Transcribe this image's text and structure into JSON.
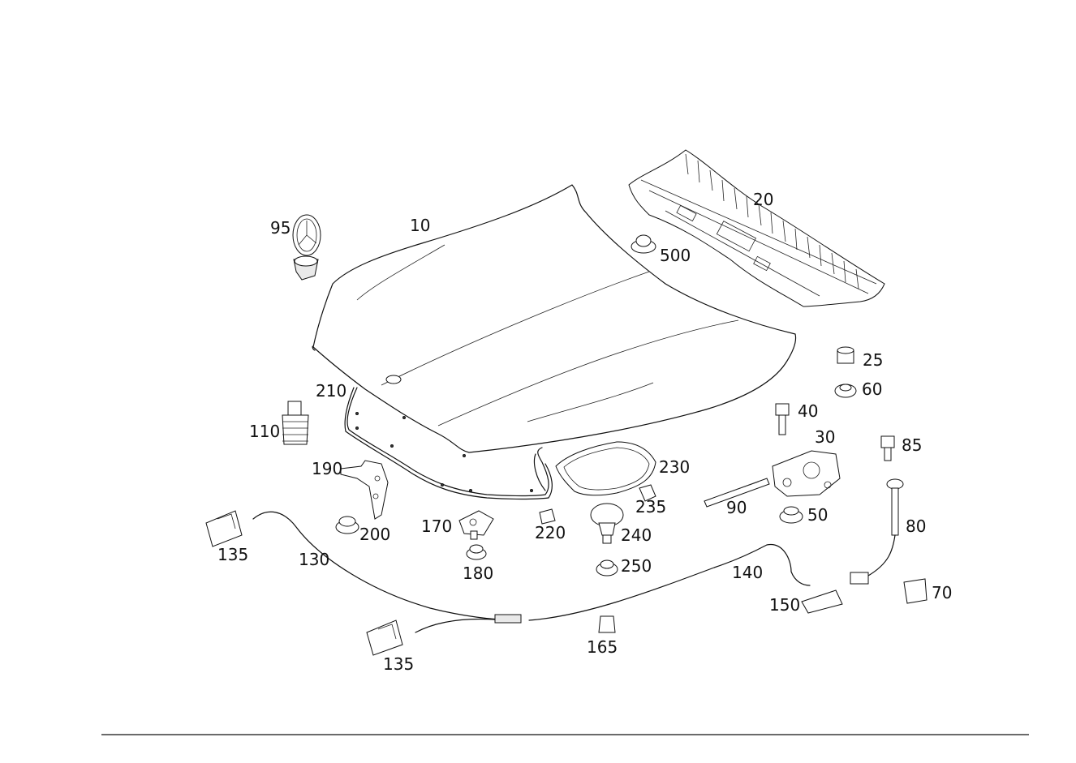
{
  "labels": {
    "p10": "10",
    "p20": "20",
    "p25": "25",
    "p30": "30",
    "p40": "40",
    "p50": "50",
    "p60": "60",
    "p70": "70",
    "p80": "80",
    "p85": "85",
    "p90": "90",
    "p95": "95",
    "p110": "110",
    "p130": "130",
    "p135a": "135",
    "p135b": "135",
    "p140": "140",
    "p150": "150",
    "p165": "165",
    "p170": "170",
    "p180": "180",
    "p190": "190",
    "p200": "200",
    "p210": "210",
    "p220": "220",
    "p230": "230",
    "p235": "235",
    "p240": "240",
    "p250": "250",
    "p500": "500"
  }
}
